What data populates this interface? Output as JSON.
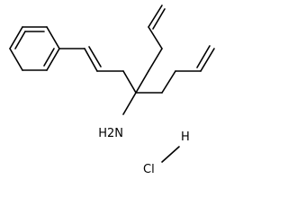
{
  "structure": {
    "amine_label": "H2N",
    "chloride_label": "Cl",
    "hydrogen_label": "H"
  },
  "colors": {
    "bond": "#000000",
    "background": "#ffffff"
  }
}
